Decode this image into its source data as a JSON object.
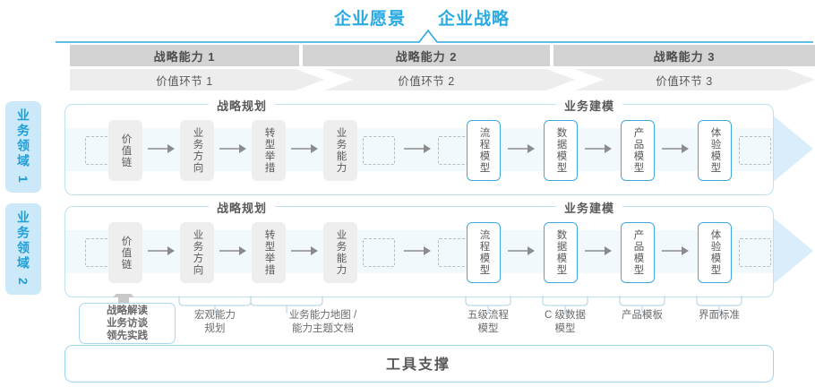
{
  "header": {
    "vision_title": "企业愿景",
    "strategy_title": "企业战略"
  },
  "capability_bands": [
    {
      "label": "战略能力 1"
    },
    {
      "label": "战略能力 2"
    },
    {
      "label": "战略能力 3"
    }
  ],
  "value_links": [
    {
      "label": "价值环节 1"
    },
    {
      "label": "价值环节 2"
    },
    {
      "label": "价值环节 3"
    }
  ],
  "domains": [
    {
      "label": "业务领域 1"
    },
    {
      "label": "业务领域 2"
    }
  ],
  "sections": {
    "planning": "战略规划",
    "modeling": "业务建模"
  },
  "row": {
    "planning_boxes": [
      {
        "label": "价值链"
      },
      {
        "label": "业务方向"
      },
      {
        "label": "转型举措"
      },
      {
        "label": "业务能力"
      }
    ],
    "modeling_boxes": [
      {
        "label": "流程模型"
      },
      {
        "label": "数据模型"
      },
      {
        "label": "产品模型"
      },
      {
        "label": "体验模型"
      }
    ]
  },
  "bottom": {
    "read_box": "战略解读\n业务访谈\n领先实践",
    "labels": [
      {
        "label": "宏观能力\n规划"
      },
      {
        "label": "业务能力地图 /\n能力主题文档"
      },
      {
        "label": "五级流程\n模型"
      },
      {
        "label": "C 级数据\n模型"
      },
      {
        "label": "产品模板"
      },
      {
        "label": "界面标准"
      }
    ]
  },
  "footer": {
    "tool_support": "工具支撑"
  },
  "colors": {
    "accent": "#29abe2",
    "band_gray": "#d3d3d3",
    "box_blue": "#3fa9dd",
    "tab_bg": "#cbe9f9",
    "pale_band": "#f2f9fd"
  }
}
